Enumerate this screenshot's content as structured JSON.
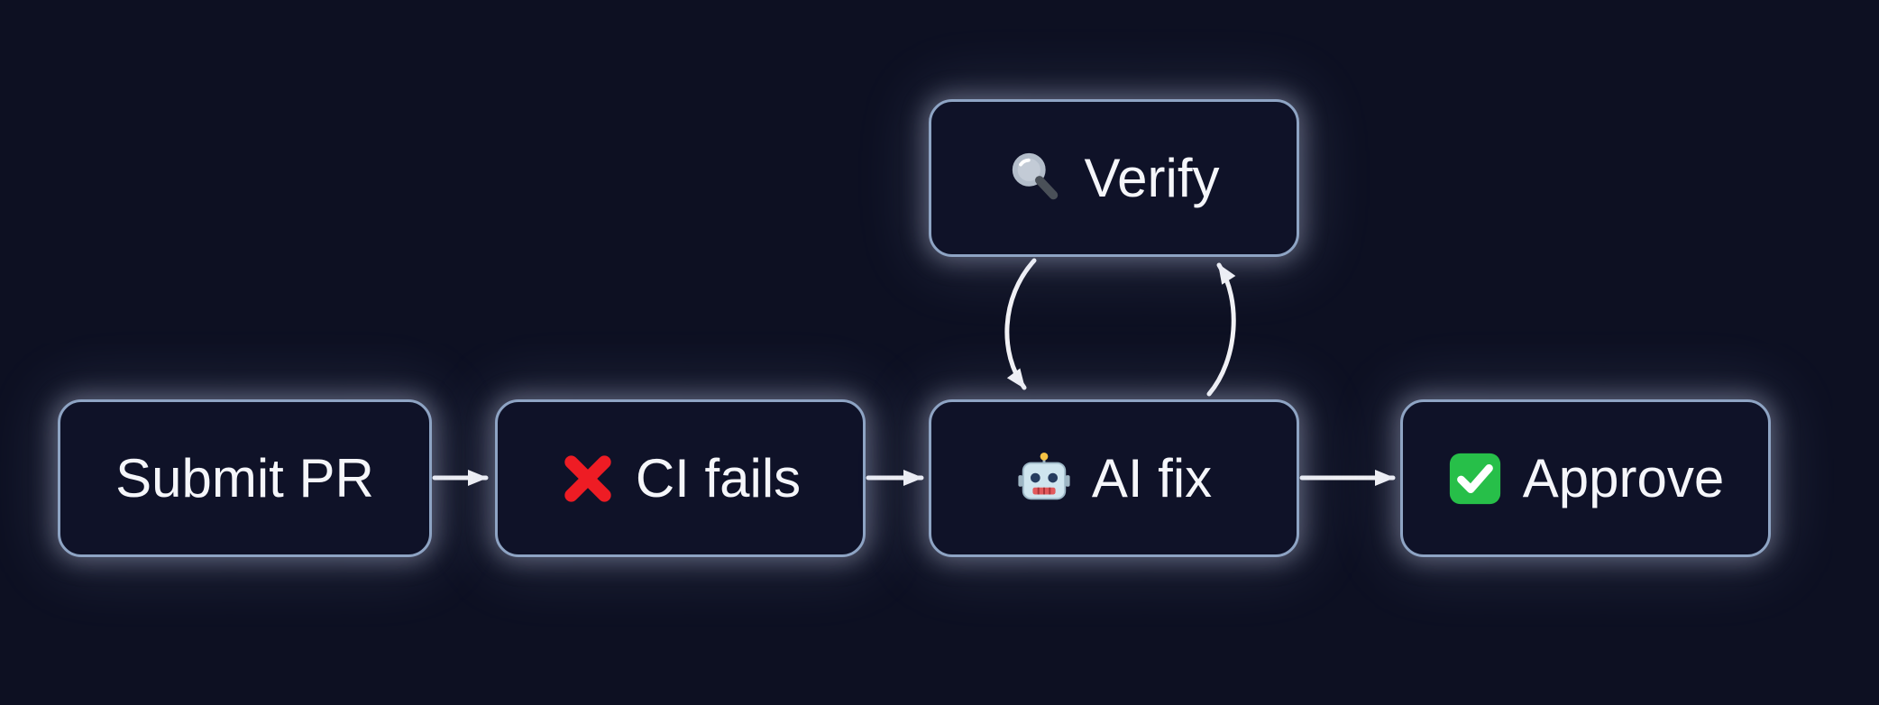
{
  "diagram": {
    "type": "flowchart",
    "colors": {
      "background": "#0d1022",
      "node_fill": "#0f1228",
      "node_border": "#8ea4c4",
      "text": "#f5f6fa",
      "arrow": "#f2f2f5"
    },
    "nodes": {
      "submit_pr": {
        "label": "Submit PR",
        "icon": ""
      },
      "ci_fails": {
        "label": "CI fails",
        "icon": "cross-mark-icon"
      },
      "ai_fix": {
        "label": "AI fix",
        "icon": "robot-icon"
      },
      "approve": {
        "label": "Approve",
        "icon": "check-mark-icon"
      },
      "verify": {
        "label": "Verify",
        "icon": "magnifying-glass-icon"
      }
    },
    "edges": [
      {
        "from": "submit_pr",
        "to": "ci_fails"
      },
      {
        "from": "ci_fails",
        "to": "ai_fix"
      },
      {
        "from": "ai_fix",
        "to": "approve"
      },
      {
        "from": "verify",
        "to": "ai_fix"
      },
      {
        "from": "ai_fix",
        "to": "verify"
      }
    ]
  }
}
